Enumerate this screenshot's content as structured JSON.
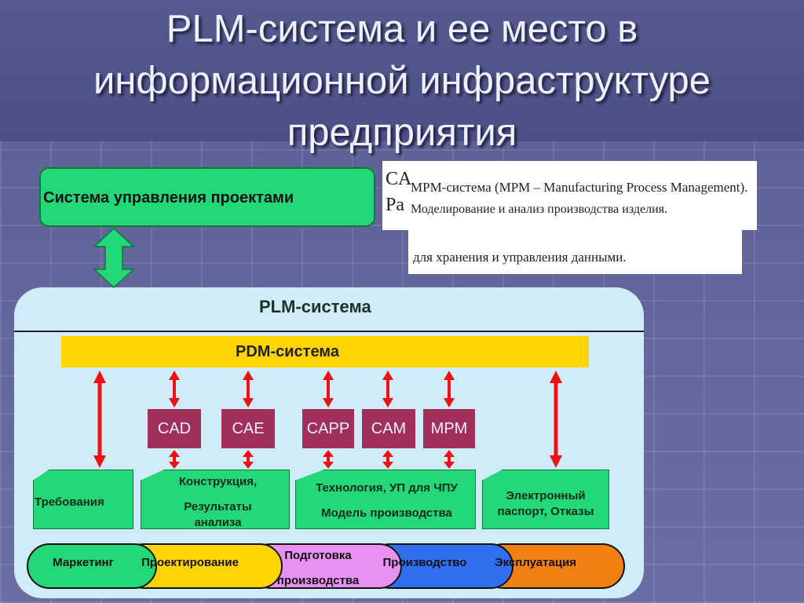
{
  "title": {
    "line1": "PLM-система и ее место в",
    "line2": "информационной инфраструктуре",
    "line3": "предприятия"
  },
  "project_management": {
    "label": "Система управления проектами"
  },
  "notes": {
    "clip_left_1": "CA",
    "clip_left_2": "Ра",
    "mpm_definition": "MPM-система (MPM – Manufacturing Process Management).",
    "mpm_description": "Моделирование и анализ производства изделия.",
    "pdm_storage": "для хранения и управления данными."
  },
  "plm": {
    "label": "PLM-система"
  },
  "pdm": {
    "label": "PDM-система"
  },
  "tools": [
    {
      "label": "CAD"
    },
    {
      "label": "CAE"
    },
    {
      "label": "CAPP"
    },
    {
      "label": "CAM"
    },
    {
      "label": "MPM"
    }
  ],
  "data_boxes": [
    {
      "line1": "Требования"
    },
    {
      "line1": "Конструкция,",
      "line2": "Результаты",
      "line3": "анализа"
    },
    {
      "line1": "Технология, УП для ЧПУ",
      "line2": "Модель производства"
    },
    {
      "line1": "Электронный",
      "line2": "паспорт, Отказы"
    }
  ],
  "stages": [
    {
      "label": "Маркетинг",
      "color": "#22d878"
    },
    {
      "label": "Проектирование",
      "color": "#ffd400"
    },
    {
      "line1": "Подготовка",
      "line2": "производства",
      "color": "#e890f0"
    },
    {
      "label": "Производство",
      "color": "#3070f0"
    },
    {
      "label": "Эксплуатация",
      "color": "#f08010"
    }
  ],
  "colors": {
    "arrow_red": "#ee1111",
    "arrow_green": "#22d878",
    "tool_box": "#a0305a",
    "pdm_bar": "#ffd400",
    "panel": "#d0ecf8"
  }
}
